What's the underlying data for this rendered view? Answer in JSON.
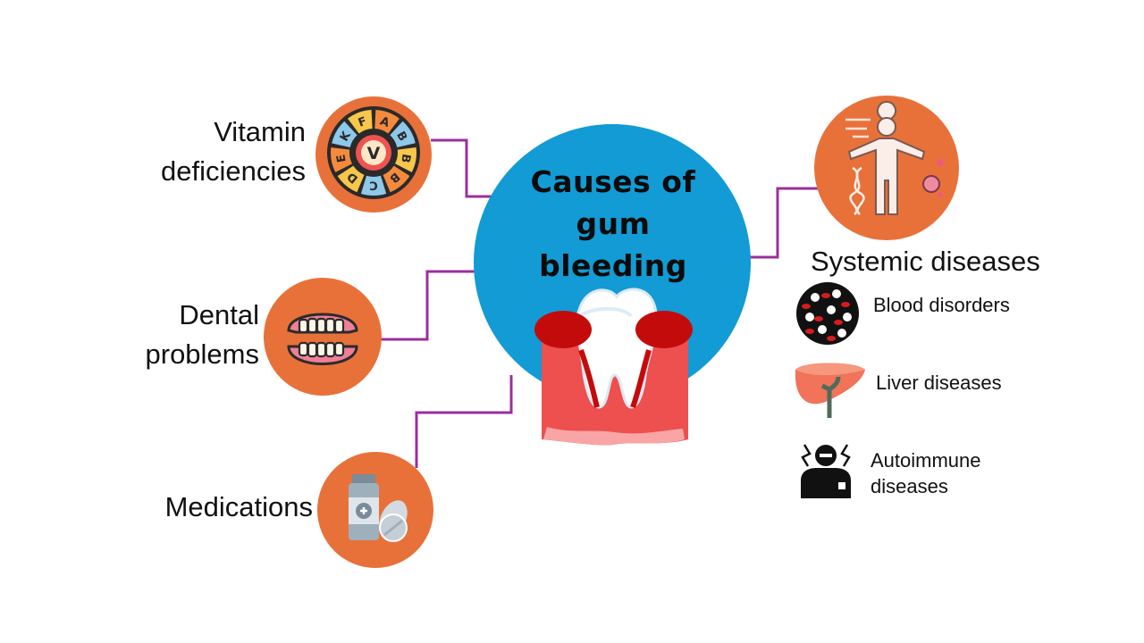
{
  "title_lines": [
    "Causes of",
    "gum",
    "bleeding"
  ],
  "causes": {
    "vitamin": {
      "lines": [
        "Vitamin",
        "deficiencies"
      ],
      "icon": "vitamin-wheel-icon",
      "wheel_letters": [
        "F",
        "A",
        "B",
        "B",
        "B",
        "C",
        "D",
        "E",
        "K"
      ],
      "center_letter": "V"
    },
    "dental": {
      "lines": [
        "Dental",
        "problems"
      ],
      "icon": "dentures-icon"
    },
    "medications": {
      "lines": [
        "Medications"
      ],
      "icon": "pill-bottle-icon"
    },
    "systemic": {
      "label": "Systemic diseases",
      "icon": "human-body-icon",
      "items": [
        {
          "label": "Blood disorders",
          "icon": "blood-cells-icon"
        },
        {
          "label": "Liver diseases",
          "icon": "liver-icon"
        },
        {
          "lines": [
            "Autoimmune",
            "diseases"
          ],
          "icon": "autoimmune-person-icon"
        }
      ]
    }
  },
  "colors": {
    "central_circle": "#129bd4",
    "icon_circle": "#e8713a",
    "connector": "#9b2f9b",
    "gum": "#ee4f4f",
    "gum_dark": "#c40b0b",
    "tooth": "#ffffff"
  }
}
